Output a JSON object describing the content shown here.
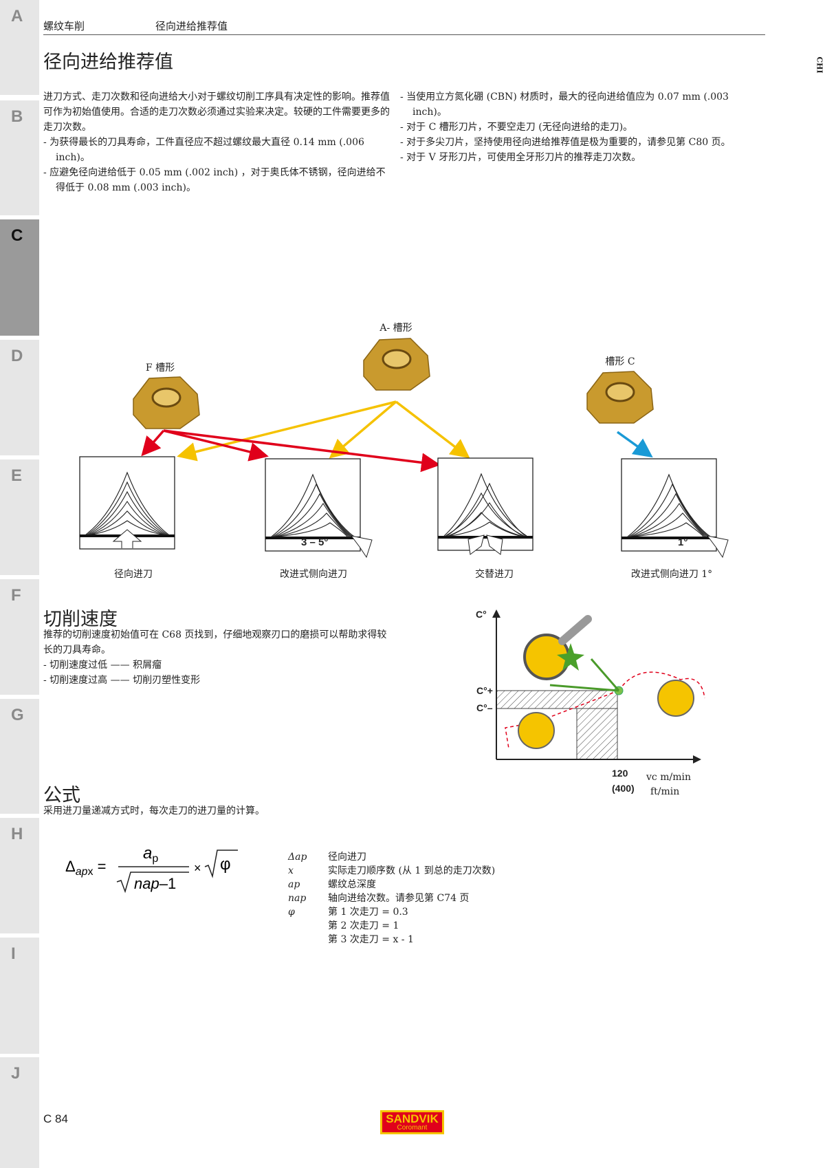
{
  "sidebar": {
    "tabs": [
      "A",
      "B",
      "C",
      "D",
      "E",
      "F",
      "G",
      "H",
      "I",
      "J"
    ],
    "active": "C",
    "active_color": "#9a9a9a"
  },
  "header": {
    "section": "螺纹车削",
    "subsection": "径向进给推荐值",
    "lang": "CHI"
  },
  "radial": {
    "title": "径向进给推荐值",
    "left": [
      "进刀方式、走刀次数和径向进给大小对于螺纹切削工序具有决定性的影响。推荐值可作为初始值使用。合适的走刀次数必须通过实验来决定。较硬的工件需要更多的走刀次数。"
    ],
    "left_bullets": [
      "- 为获得最长的刀具寿命，工件直径应不超过螺纹最大直径 0.14 mm (.006 inch)。",
      "- 应避免径向进给低于 0.05 mm (.002 inch) ，对于奥氏体不锈钢，径向进给不得低于 0.08 mm (.003 inch)。"
    ],
    "right_bullets": [
      "- 当使用立方氮化硼 (CBN) 材质时，最大的径向进给值应为 0.07 mm (.003 inch)。",
      "- 对于 C 槽形刀片，不要空走刀 (无径向进给的走刀)。",
      "- 对于多尖刀片，坚持使用径向进给推荐值是极为重要的，请参见第 C80 页。",
      "- 对于 V 牙形刀片，可使用全牙形刀片的推荐走刀次数。"
    ]
  },
  "infeed": {
    "geometries": {
      "a": "A- 槽形",
      "f": "F 槽形",
      "c": "槽形 C"
    },
    "methods": [
      {
        "label": "径向进刀",
        "angle": ""
      },
      {
        "label": "改进式侧向进刀",
        "angle": "3 – 5°"
      },
      {
        "label": "交替进刀",
        "angle": ""
      },
      {
        "label": "改进式侧向进刀 1°",
        "angle": "1°"
      }
    ],
    "colors": {
      "f_arrows": "#e0001b",
      "a_arrows": "#f5c200",
      "c_arrow": "#1a9ad6",
      "insert": "#c99a2e"
    }
  },
  "speed": {
    "title": "切削速度",
    "text": [
      "推荐的切削速度初始值可在 C68 页找到，仔细地观察刃口的磨损可以帮助求得较长的刀具寿命。"
    ],
    "bullets": [
      "- 切削速度过低 —— 积屑瘤",
      "- 切削速度过高 —— 切削刃塑性变形"
    ],
    "chart": {
      "y_label": "C°",
      "y_plus": "C°+",
      "y_minus": "C°–",
      "x_value": "120",
      "x_value_ft": "(400)",
      "x_unit": "vc m/min",
      "x_unit_ft": "ft/min"
    }
  },
  "formula": {
    "title": "公式",
    "text": "采用进刀量递减方式时，每次走刀的进刀量的计算。",
    "legend": [
      {
        "sym": "Δap",
        "desc": "径向进刀"
      },
      {
        "sym": "x",
        "desc": "实际走刀顺序数 (从 1 到总的走刀次数)"
      },
      {
        "sym": "ap",
        "desc": "螺纹总深度"
      },
      {
        "sym": "nap",
        "desc": "轴向进给次数。请参见第 C74 页"
      },
      {
        "sym": "φ",
        "desc": "第 1 次走刀 = 0.3"
      },
      {
        "sym": "",
        "desc": "第 2 次走刀 =  1"
      },
      {
        "sym": "",
        "desc": "第 3 次走刀 =  x - 1"
      }
    ]
  },
  "footer": {
    "page": "C 84",
    "brand": "SANDVIK",
    "brand_sub": "Coromant",
    "brand_color": "#f5c400"
  }
}
